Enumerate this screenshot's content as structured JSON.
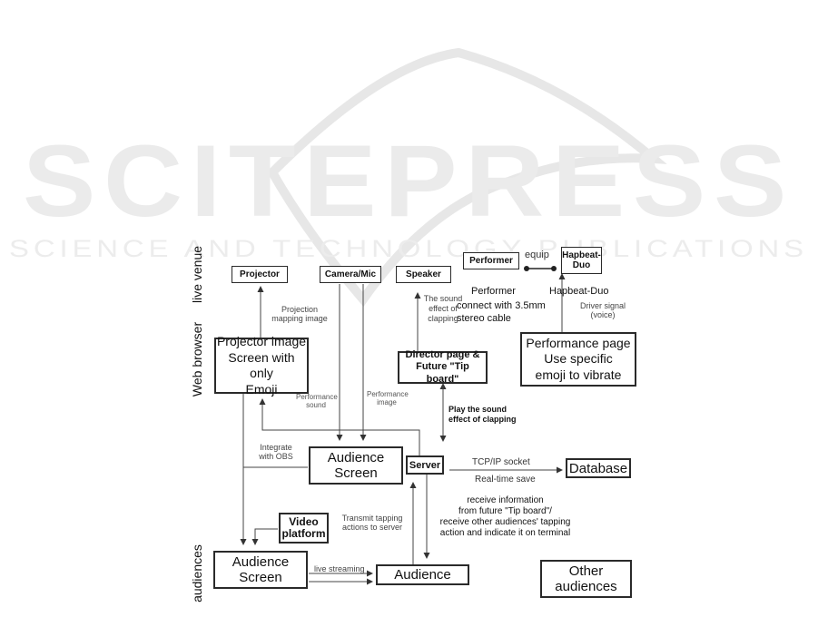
{
  "watermark": {
    "logo_main": "SCITEPRESS",
    "logo_sub": "SCIENCE AND TECHNOLOGY PUBLICATIONS"
  },
  "lanes": {
    "live_venue": "live venue",
    "web_browser": "Web browser",
    "audiences": "audiences"
  },
  "nodes": {
    "projector": "Projector",
    "camera_mic": "Camera/Mic",
    "speaker": "Speaker",
    "performer": "Performer",
    "hapbeat_duo": "Hapbeat-\nDuo",
    "projector_image": "Projector image\nScreen with only\nEmoji",
    "director_page": "Director page &\nFuture \"Tip board\"",
    "performance_page": "Performance page\nUse specific\nemoji to vibrate",
    "audience_screen_mid": "Audience\nScreen",
    "server": "Server",
    "database": "Database",
    "video_platform": "Video\nplatform",
    "audience_screen_bottom": "Audience\nScreen",
    "audience": "Audience",
    "other_audiences": "Other\naudiences"
  },
  "labels": {
    "equip": "equip",
    "performer_caption": "Performer",
    "hapbeat_caption": "Hapbeat-Duo",
    "connect_cable": "connect with 3.5mm\nstereo cable",
    "projection_mapping": "Projection\nmapping image",
    "sound_effect": "The sound\neffect of\nclapping",
    "driver_signal": "Driver signal\n(voice)",
    "performance_sound": "Performance\nsound",
    "performance_image": "Performance\nimage",
    "play_sound": "Play the sound\neffect of clapping",
    "integrate_obs": "Integrate\nwith OBS",
    "tcpip_socket": "TCP/IP socket",
    "realtime_save": "Real-time save",
    "receive_info": "receive information\nfrom future \"Tip board\"/\nreceive other audiences' tapping\naction and indicate it on terminal",
    "transmit_tapping": "Transmit tapping\nactions to server",
    "live_streaming": "live streaming"
  }
}
